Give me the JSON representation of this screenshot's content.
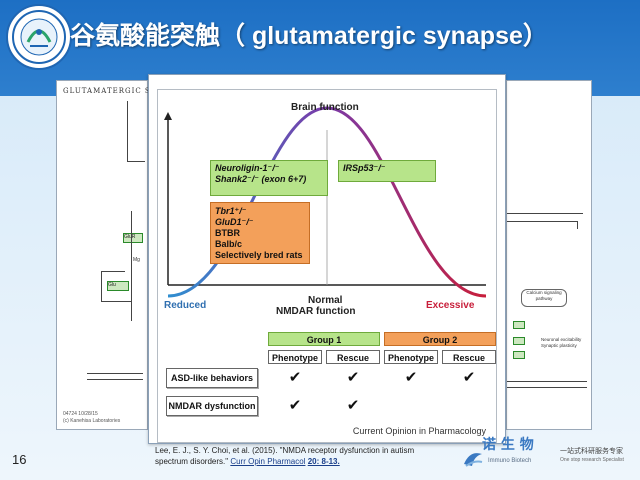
{
  "slide": {
    "title": "谷氨酸能突触（ glutamatergic synapse）",
    "page_number": "16"
  },
  "background_pathway": {
    "left_title": "GLUTAMATERGIC SYNAPSE",
    "left_labels": [
      "GluR",
      "Glu",
      "Mg"
    ],
    "left_footer_line1": "04724 10/28/15",
    "left_footer_line2": "(c) Kanehisa Laboratories",
    "right_labels": [
      "Calcium signaling pathway",
      "Neuronal excitability Synaptic plasticity"
    ]
  },
  "figure": {
    "y_axis_title": "Brain function",
    "x_axis_title": "NMDAR function",
    "x_center_label": "Normal",
    "x_left_label": "Reduced",
    "x_right_label": "Excessive",
    "left_green_box": [
      "Neuroligin-1⁻/⁻",
      "Shank2⁻/⁻ (exon 6+7)"
    ],
    "right_green_box": [
      "IRSp53⁻/⁻"
    ],
    "orange_box": [
      "Tbr1⁺/⁻",
      "GluD1⁻/⁻",
      "BTBR",
      "Balb/c",
      "Selectively bred rats"
    ],
    "group1_label": "Group 1",
    "group2_label": "Group 2",
    "columns": [
      "Phenotype",
      "Rescue",
      "Phenotype",
      "Rescue"
    ],
    "rows": [
      {
        "label": "ASD-like behaviors",
        "checks": [
          true,
          true,
          true,
          true
        ]
      },
      {
        "label": "NMDAR dysfunction",
        "checks": [
          true,
          true,
          false,
          false
        ]
      }
    ],
    "journal": "Current Opinion in Pharmacology",
    "colors": {
      "group1": "#b7e48a",
      "group2": "#f3a05a",
      "reduced": "#2f8fd0",
      "normal": "#7a3aa8",
      "excessive": "#c81e3a"
    }
  },
  "citation": {
    "text": "Lee, E. J., S. Y. Choi, et al. (2015). \"NMDA receptor dysfunction in autism spectrum disorders.\"",
    "journal": "Curr Opin Pharmacol",
    "volume": "20: 8-13."
  },
  "brand": {
    "name_cn": "诺 生 物",
    "sub": "Immuno Biotech",
    "tag_cn": "一站式科研服务专家",
    "tag_en": "One stop research Specialist",
    "logo_icon": "stylized-logo-icon"
  }
}
